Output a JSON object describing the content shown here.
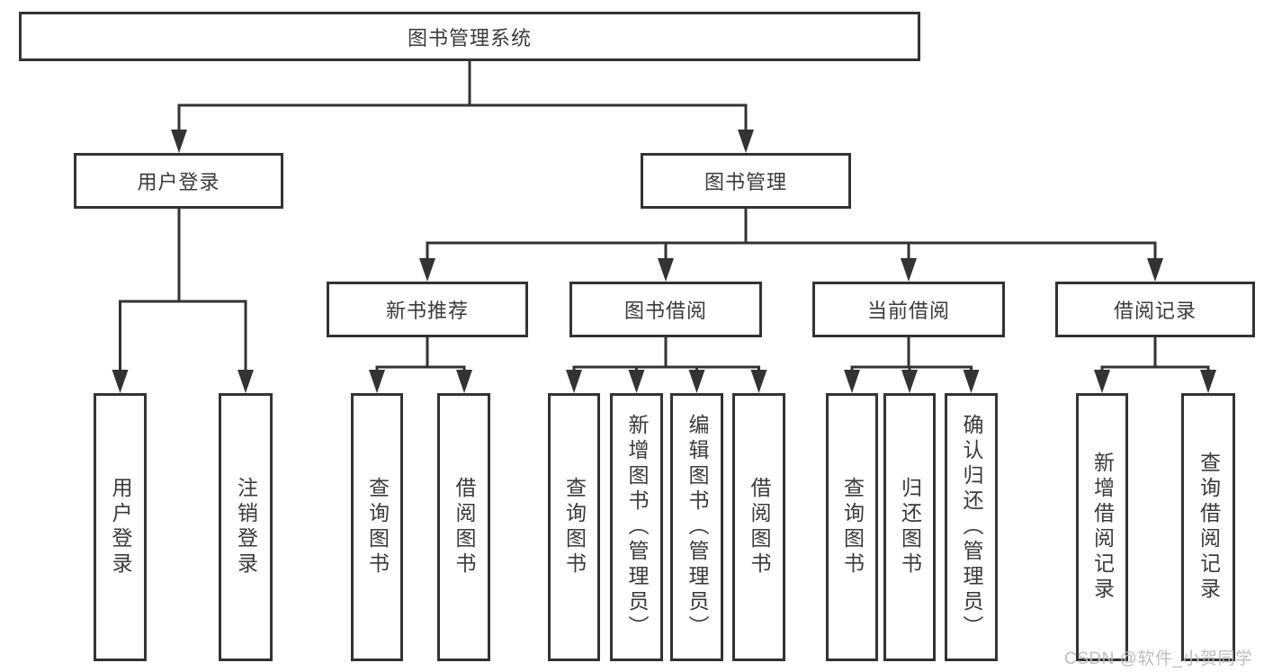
{
  "tree": {
    "root": {
      "label": "图书管理系统"
    },
    "branches": [
      {
        "label": "用户登录",
        "children": [
          {
            "label": "用户登录"
          },
          {
            "label": "注销登录"
          }
        ]
      },
      {
        "label": "图书管理",
        "children": [
          {
            "label": "新书推荐",
            "children": [
              {
                "label": "查询图书"
              },
              {
                "label": "借阅图书"
              }
            ]
          },
          {
            "label": "图书借阅",
            "children": [
              {
                "label": "查询图书"
              },
              {
                "label": "新增图书（管理员）"
              },
              {
                "label": "编辑图书（管理员）"
              },
              {
                "label": "借阅图书"
              }
            ]
          },
          {
            "label": "当前借阅",
            "children": [
              {
                "label": "查询图书"
              },
              {
                "label": "归还图书"
              },
              {
                "label": "确认归还（管理员）"
              }
            ]
          },
          {
            "label": "借阅记录",
            "children": [
              {
                "label": "新增借阅记录"
              },
              {
                "label": "查询借阅记录"
              }
            ]
          }
        ]
      }
    ]
  },
  "watermark": {
    "text": "CSDN @软件_小贺同学"
  },
  "colors": {
    "line": "#333333",
    "background": "#ffffff",
    "watermark": "#b7bbc4"
  }
}
